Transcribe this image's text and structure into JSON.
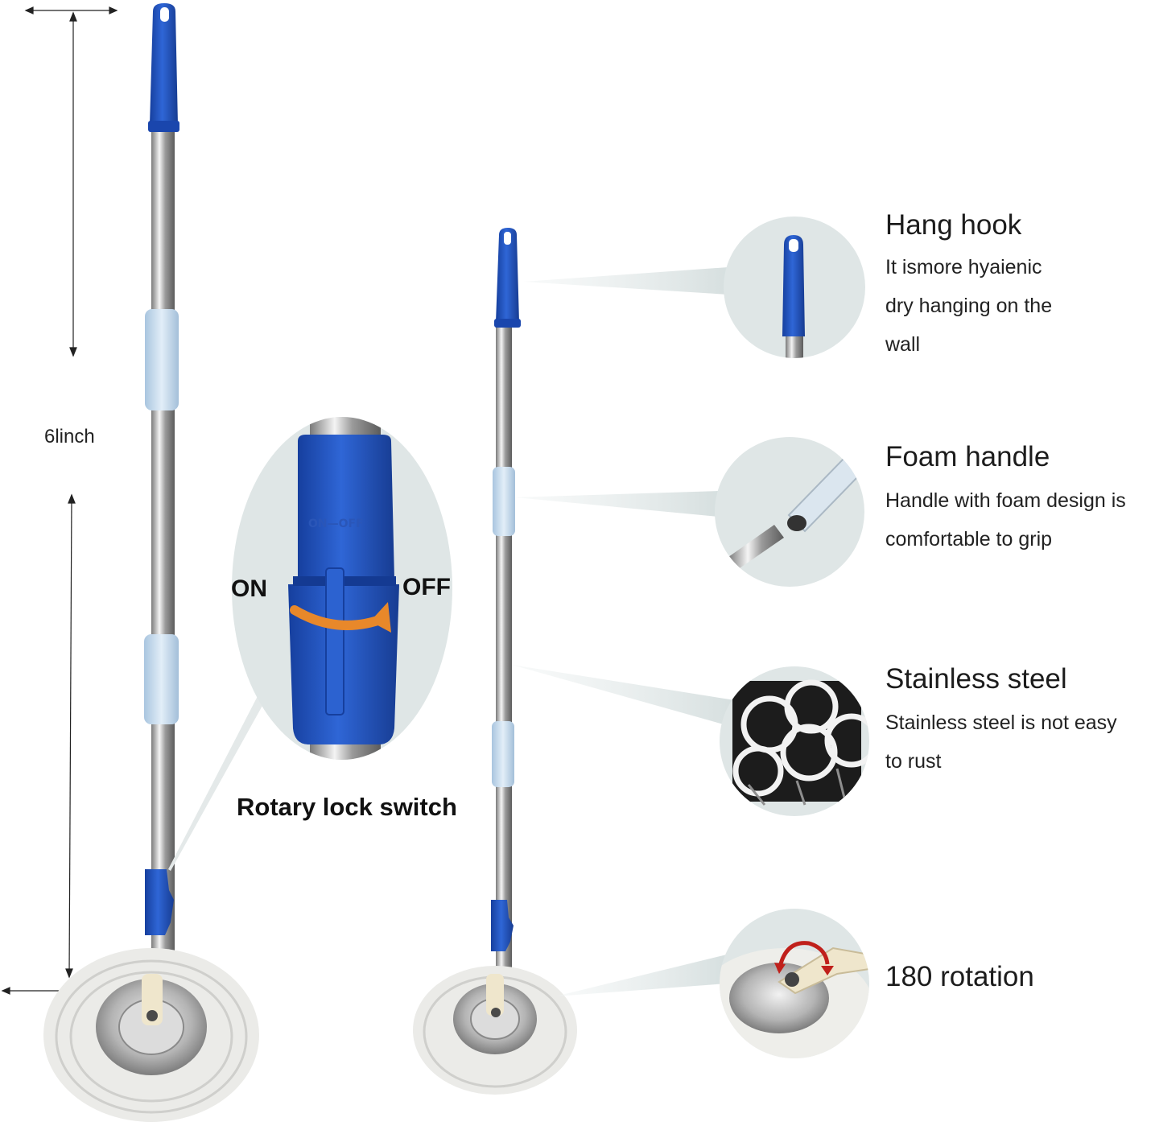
{
  "dimension": {
    "label": "6linch"
  },
  "switch": {
    "on_label": "ON",
    "off_label": "OFF",
    "marking": "ON—OFF",
    "caption": "Rotary lock switch"
  },
  "features": [
    {
      "title": "Hang hook",
      "lines": [
        "It ismore hyaienic",
        "dry hanging on the",
        "wall"
      ]
    },
    {
      "title": "Foam handle",
      "lines": [
        "Handle with foam design is",
        "comfortable to grip"
      ]
    },
    {
      "title": "Stainless steel",
      "lines": [
        "Stainless steel  is  not easy",
        "to rust"
      ]
    },
    {
      "title": "180 rotation",
      "lines": []
    }
  ],
  "colors": {
    "handle_blue": "#1f4fbf",
    "foam_blue": "#c6dcef",
    "steel": "#c8c8c8",
    "callout_bg": "#dfe6e6",
    "rotation_arrow": "#c0201b",
    "switch_arrow": "#e8882a"
  }
}
